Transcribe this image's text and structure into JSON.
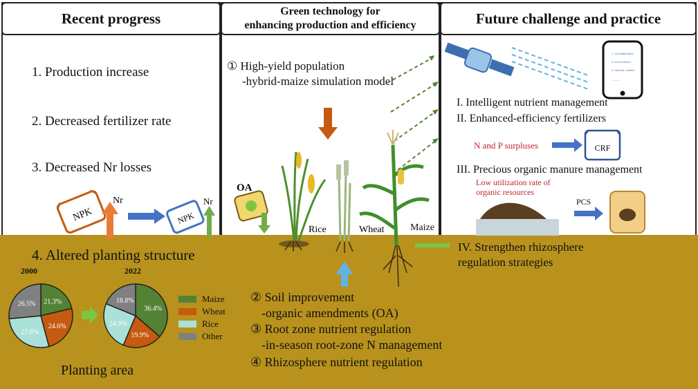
{
  "left": {
    "title": "Recent progress",
    "items": [
      "1. Production increase",
      "2. Decreased fertilizer rate",
      "3. Decreased Nr losses",
      "4. Altered planting structure"
    ],
    "bag_label": "NPK",
    "nr_label": "Nr",
    "year_start": "2000",
    "year_end": "2022",
    "caption": "Planting area",
    "legend": [
      "Maize",
      "Wheat",
      "Rice",
      "Other"
    ]
  },
  "middle": {
    "title_line1": "Green technology for",
    "title_line2": "enhancing production and efficiency",
    "step1_line1": "① High-yield population",
    "step1_line2": "-hybrid-maize simulation model",
    "oa_label": "OA",
    "crop_labels": [
      "Rice",
      "Wheat",
      "Maize"
    ],
    "step2_line1": "② Soil improvement",
    "step2_line2": "-organic amendments (OA)",
    "step3_line1": "③ Root zone nutrient regulation",
    "step3_line2": "-in-season root-zone N management",
    "step4_line1": "④ Rhizosphere nutrient regulation"
  },
  "right": {
    "title": "Future challenge and practice",
    "phone_lines": [
      "1. air temperature",
      "2. soil moisture",
      "3. nutrient content",
      "……"
    ],
    "item1": "I.  Intelligent  nutrient management",
    "item2": "II. Enhanced-efficiency fertilizers",
    "np_label": "N and P surpluses",
    "crf_label": "CRF",
    "item3": "III. Precious organic manure management",
    "low_util_line1": "Low utilization rate of",
    "low_util_line2": "organic  resources",
    "pcs_label": "PCS",
    "item4_line1": "IV. Strengthen rhizosphere",
    "item4_line2": "regulation strategies"
  },
  "chart_data": [
    {
      "type": "pie",
      "title": "2000",
      "categories": [
        "Maize",
        "Wheat",
        "Rice",
        "Other"
      ],
      "values": [
        21.3,
        24.6,
        27.6,
        26.5
      ],
      "value_labels": [
        "21.3%",
        "24.6%",
        "27.6%",
        "26.5%"
      ],
      "colors": [
        "#548235",
        "#c55a11",
        "#a9e1d8",
        "#808080"
      ]
    },
    {
      "type": "pie",
      "title": "2022",
      "categories": [
        "Maize",
        "Wheat",
        "Rice",
        "Other"
      ],
      "values": [
        36.4,
        19.9,
        24.9,
        18.8
      ],
      "value_labels": [
        "36.4%",
        "19.9%",
        "24.9%",
        "18.8%"
      ],
      "colors": [
        "#548235",
        "#c55a11",
        "#a9e1d8",
        "#808080"
      ]
    }
  ]
}
